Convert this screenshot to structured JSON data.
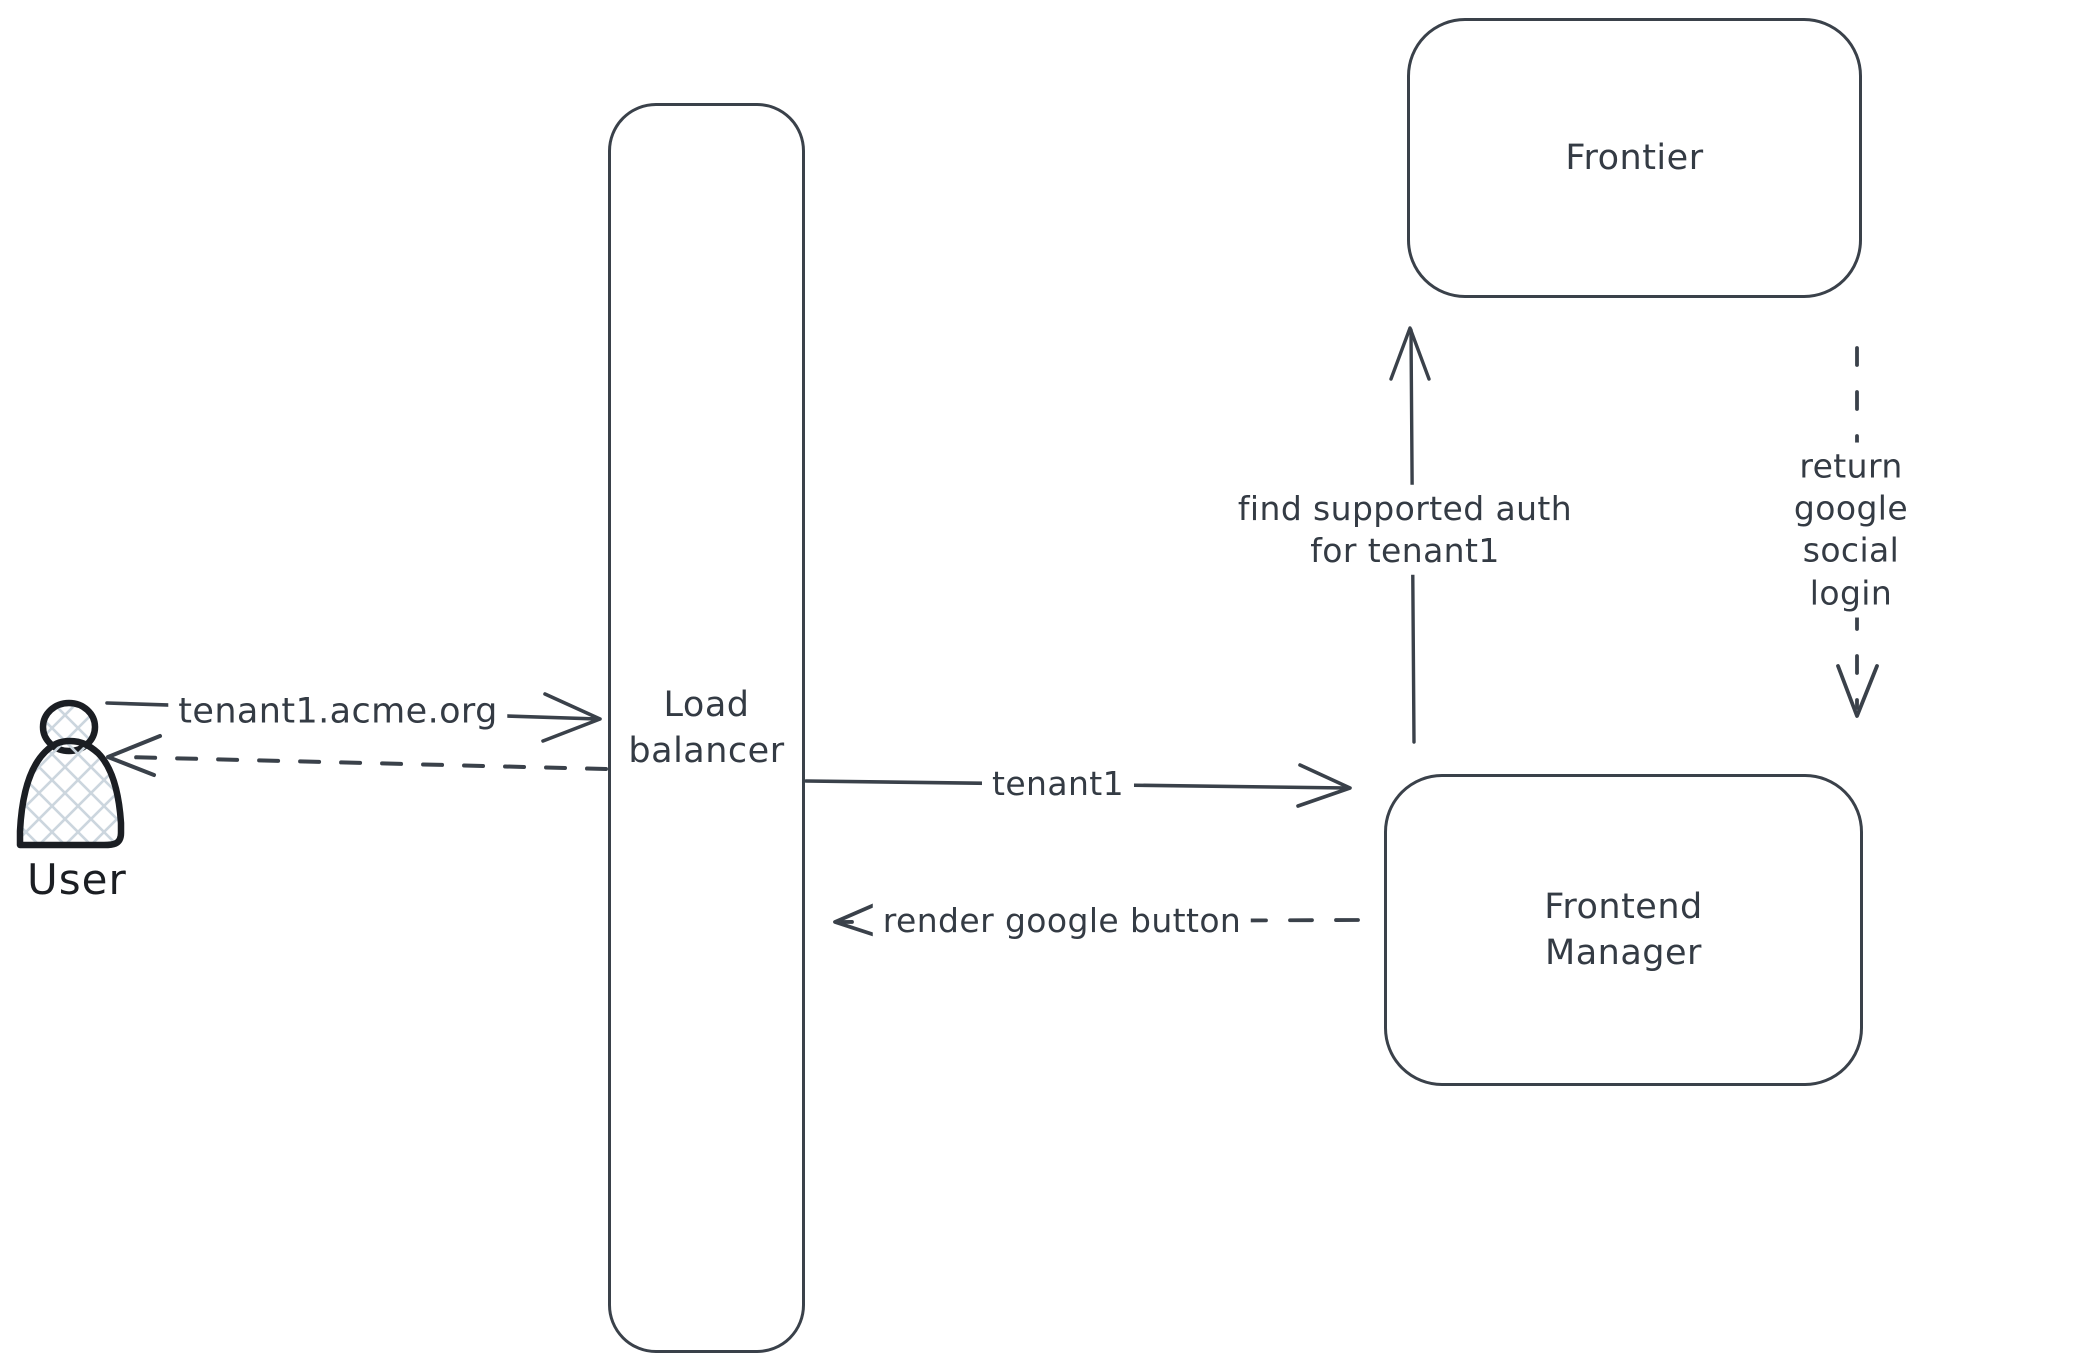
{
  "diagram": {
    "colors": {
      "stroke": "#3a414a",
      "text": "#343b44",
      "actor_stroke": "#1b1e23",
      "hatch": "#ccd6de",
      "background": "#ffffff"
    },
    "user": {
      "label": "User"
    },
    "nodes": {
      "load_balancer": {
        "label": "Load\nbalancer"
      },
      "frontier": {
        "label": "Frontier"
      },
      "frontend_manager": {
        "label": "Frontend\nManager"
      }
    },
    "edges": {
      "user_to_lb": {
        "label": "tenant1.acme.org",
        "style": "solid",
        "direction": "right"
      },
      "lb_to_user": {
        "style": "dashed",
        "direction": "left"
      },
      "lb_to_fm": {
        "label": "tenant1",
        "style": "solid",
        "direction": "right"
      },
      "fm_to_lb": {
        "label": "render google button",
        "style": "dashed",
        "direction": "left"
      },
      "fm_to_frontier": {
        "label": "find supported auth\nfor tenant1",
        "style": "solid",
        "direction": "up"
      },
      "frontier_to_fm": {
        "label": "return google social\nlogin",
        "style": "dashed",
        "direction": "down"
      }
    }
  }
}
